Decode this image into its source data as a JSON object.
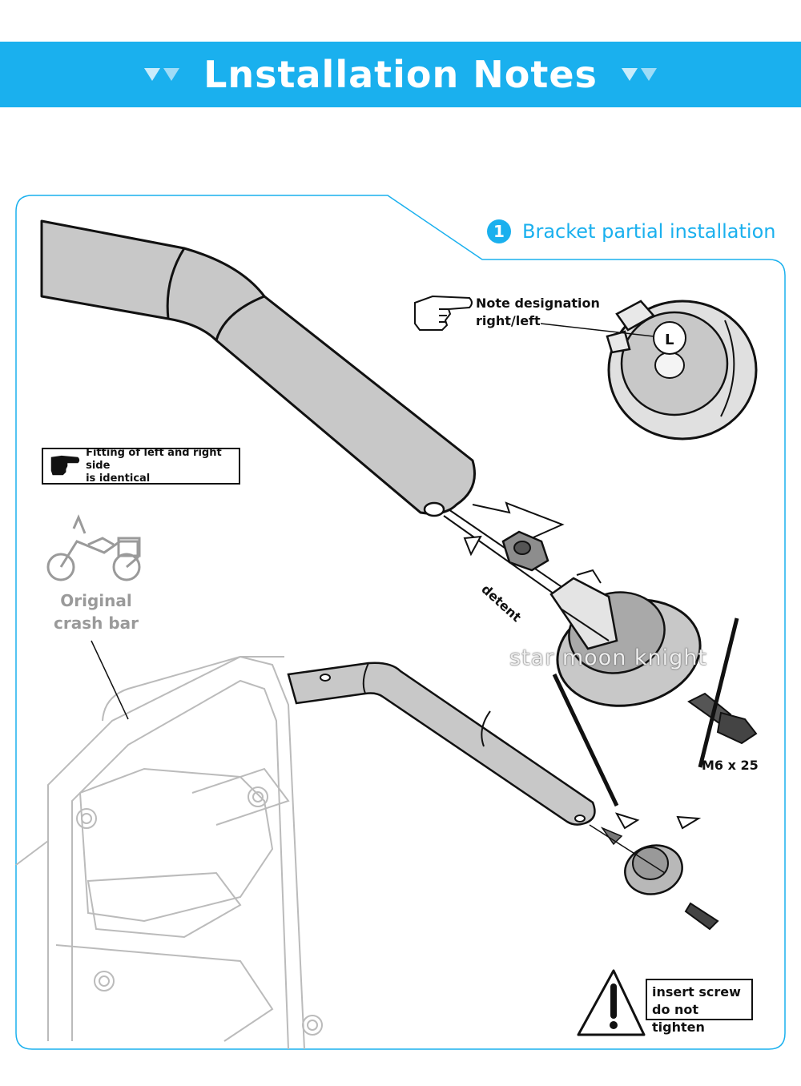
{
  "banner": {
    "title": "Lnstallation Notes",
    "color": "#1ab0ee"
  },
  "step": {
    "number": "1",
    "label": "Bracket partial installation"
  },
  "notes": {
    "designation_line1": "Note designation",
    "designation_line2": "right/left",
    "side_letter": "L",
    "fitting_line1": "Fitting of left and right side",
    "fitting_line2": "is identical",
    "original_line1": "Original",
    "original_line2": "crash bar",
    "detent": "detent",
    "screw_size": "M6 x 25",
    "warning_line1": "insert screw",
    "warning_line2": "do not tighten"
  },
  "watermark": "star moon knight",
  "colors": {
    "accent": "#1ab0ee",
    "part_fill": "#c8c8c8",
    "line": "#111111",
    "ghost": "#b9b9b9"
  }
}
